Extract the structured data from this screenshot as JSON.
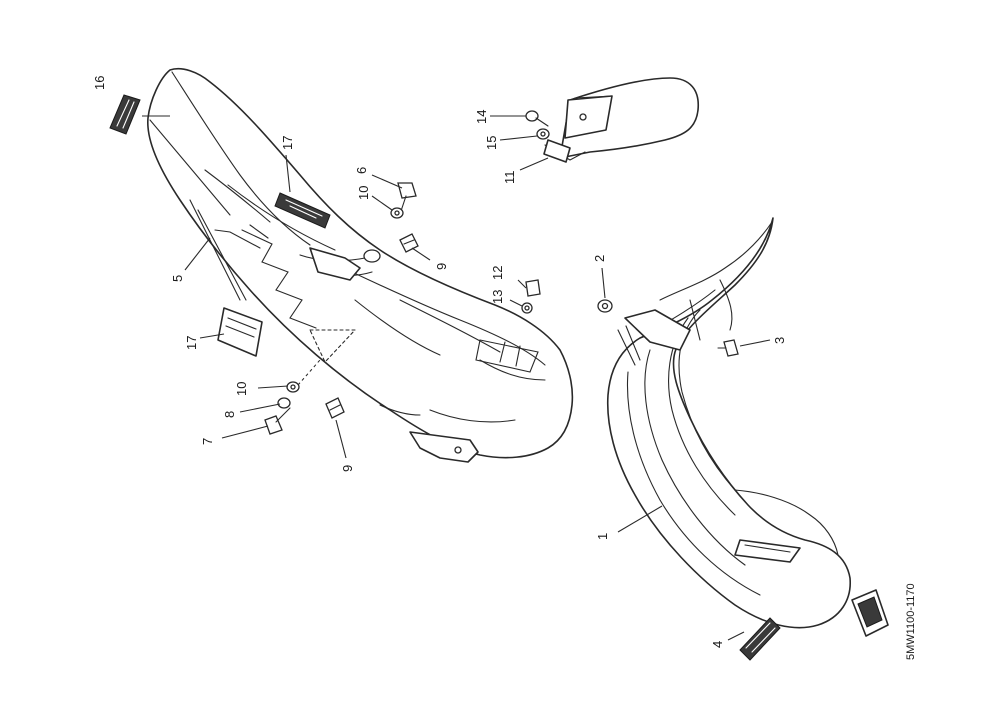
{
  "diagram": {
    "drawing_code": "5MW1100-1170",
    "callouts": [
      {
        "id": "c1",
        "text": "1"
      },
      {
        "id": "c2",
        "text": "2"
      },
      {
        "id": "c3",
        "text": "3"
      },
      {
        "id": "c4",
        "text": "4"
      },
      {
        "id": "c5",
        "text": "5"
      },
      {
        "id": "c6",
        "text": "6"
      },
      {
        "id": "c7",
        "text": "7"
      },
      {
        "id": "c8",
        "text": "8"
      },
      {
        "id": "c9a",
        "text": "9"
      },
      {
        "id": "c9b",
        "text": "9"
      },
      {
        "id": "c10a",
        "text": "10"
      },
      {
        "id": "c10b",
        "text": "10"
      },
      {
        "id": "c11",
        "text": "11"
      },
      {
        "id": "c12",
        "text": "12"
      },
      {
        "id": "c13",
        "text": "13"
      },
      {
        "id": "c14",
        "text": "14"
      },
      {
        "id": "c15",
        "text": "15"
      },
      {
        "id": "c16",
        "text": "16"
      },
      {
        "id": "c17a",
        "text": "17"
      },
      {
        "id": "c17b",
        "text": "17"
      }
    ]
  }
}
